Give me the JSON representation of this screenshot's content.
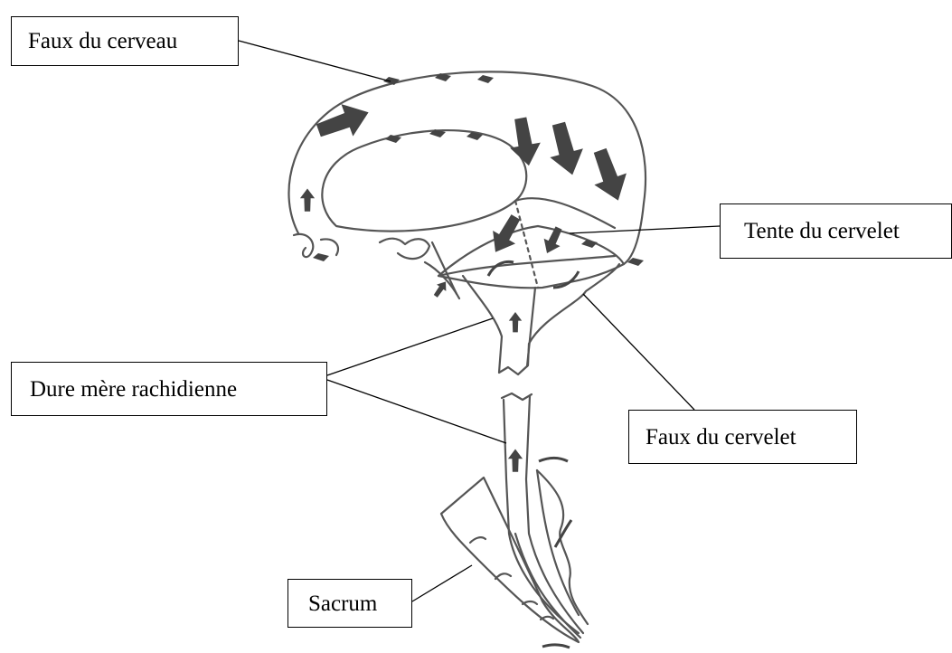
{
  "labels": {
    "faux_du_cerveau": "Faux du cerveau",
    "tente_du_cervelet": "Tente du cervelet",
    "dure_mere_rachidienne": "Dure mère rachidienne",
    "faux_du_cervelet": "Faux du cervelet",
    "sacrum": "Sacrum"
  },
  "colors": {
    "stroke": "#555555",
    "arrow_fill": "#444444",
    "leader": "#000000",
    "background": "#ffffff"
  }
}
